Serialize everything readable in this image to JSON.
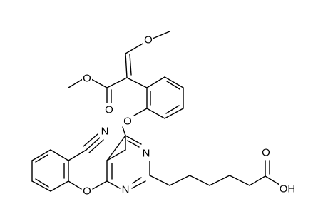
{
  "molecule": {
    "atom_labels": {
      "o_methoxy": "O",
      "o_ester_single": "O",
      "o_ester_carbonyl": "O",
      "o_aryl_ether_top": "O",
      "n_nitrile": "N",
      "n_pyrimidine_upper": "N",
      "n_pyrimidine_lower": "N",
      "o_aryl_ether_bottom": "O",
      "o_acid_carbonyl": "O",
      "oh_acid": "OH"
    }
  }
}
